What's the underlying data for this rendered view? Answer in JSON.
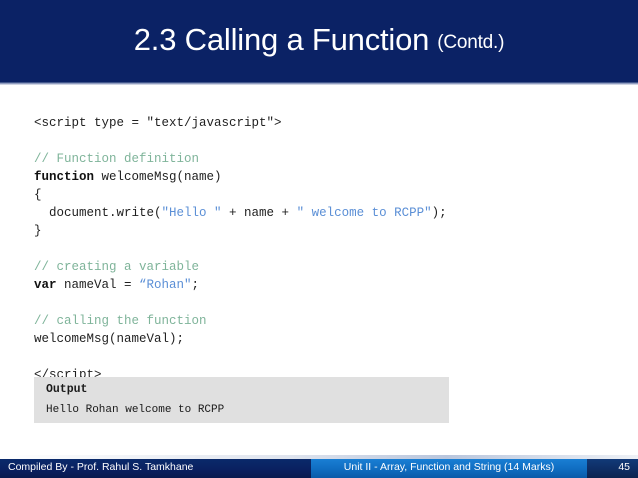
{
  "header": {
    "title_main": "2.3 Calling a Function",
    "title_contd": "(Contd.)"
  },
  "code": {
    "lines": [
      {
        "segments": [
          {
            "text": "<script type = \"text/javascript\">",
            "style": "plain"
          }
        ]
      },
      {
        "segments": []
      },
      {
        "segments": [
          {
            "text": "// Function definition",
            "style": "comment"
          }
        ]
      },
      {
        "segments": [
          {
            "text": "function",
            "style": "kw"
          },
          {
            "text": " welcomeMsg(name)",
            "style": "plain"
          }
        ]
      },
      {
        "segments": [
          {
            "text": "{",
            "style": "plain"
          }
        ]
      },
      {
        "segments": [
          {
            "text": "  document.write(",
            "style": "plain"
          },
          {
            "text": "\"Hello \"",
            "style": "str"
          },
          {
            "text": " + name + ",
            "style": "plain"
          },
          {
            "text": "\" welcome to RCPP\"",
            "style": "str"
          },
          {
            "text": ");",
            "style": "plain"
          }
        ]
      },
      {
        "segments": [
          {
            "text": "}",
            "style": "plain"
          }
        ]
      },
      {
        "segments": []
      },
      {
        "segments": [
          {
            "text": "// creating a variable",
            "style": "comment"
          }
        ]
      },
      {
        "segments": [
          {
            "text": "var",
            "style": "kw"
          },
          {
            "text": " nameVal = ",
            "style": "plain"
          },
          {
            "text": "“Rohan\"",
            "style": "str"
          },
          {
            "text": ";",
            "style": "plain"
          }
        ]
      },
      {
        "segments": []
      },
      {
        "segments": [
          {
            "text": "// calling the function",
            "style": "comment"
          }
        ]
      },
      {
        "segments": [
          {
            "text": "welcomeMsg(nameVal);",
            "style": "plain"
          }
        ]
      },
      {
        "segments": []
      },
      {
        "segments": [
          {
            "text": "</script>",
            "style": "plain"
          }
        ]
      }
    ]
  },
  "output": {
    "title": "Output",
    "text": "Hello Rohan welcome to RCPP"
  },
  "footer": {
    "left_label": "Compiled By - Prof. Rahul S. Tamkhane",
    "middle_label": "Unit II - Array, Function and String (14 Marks)",
    "page_number": "45"
  },
  "colors": {
    "header_navy": "#0b2265",
    "footer_blue": "#0f6cc0",
    "comment_green": "#7fb49a",
    "string_blue": "#5b8fd6",
    "output_bg": "#e0e0e0"
  }
}
